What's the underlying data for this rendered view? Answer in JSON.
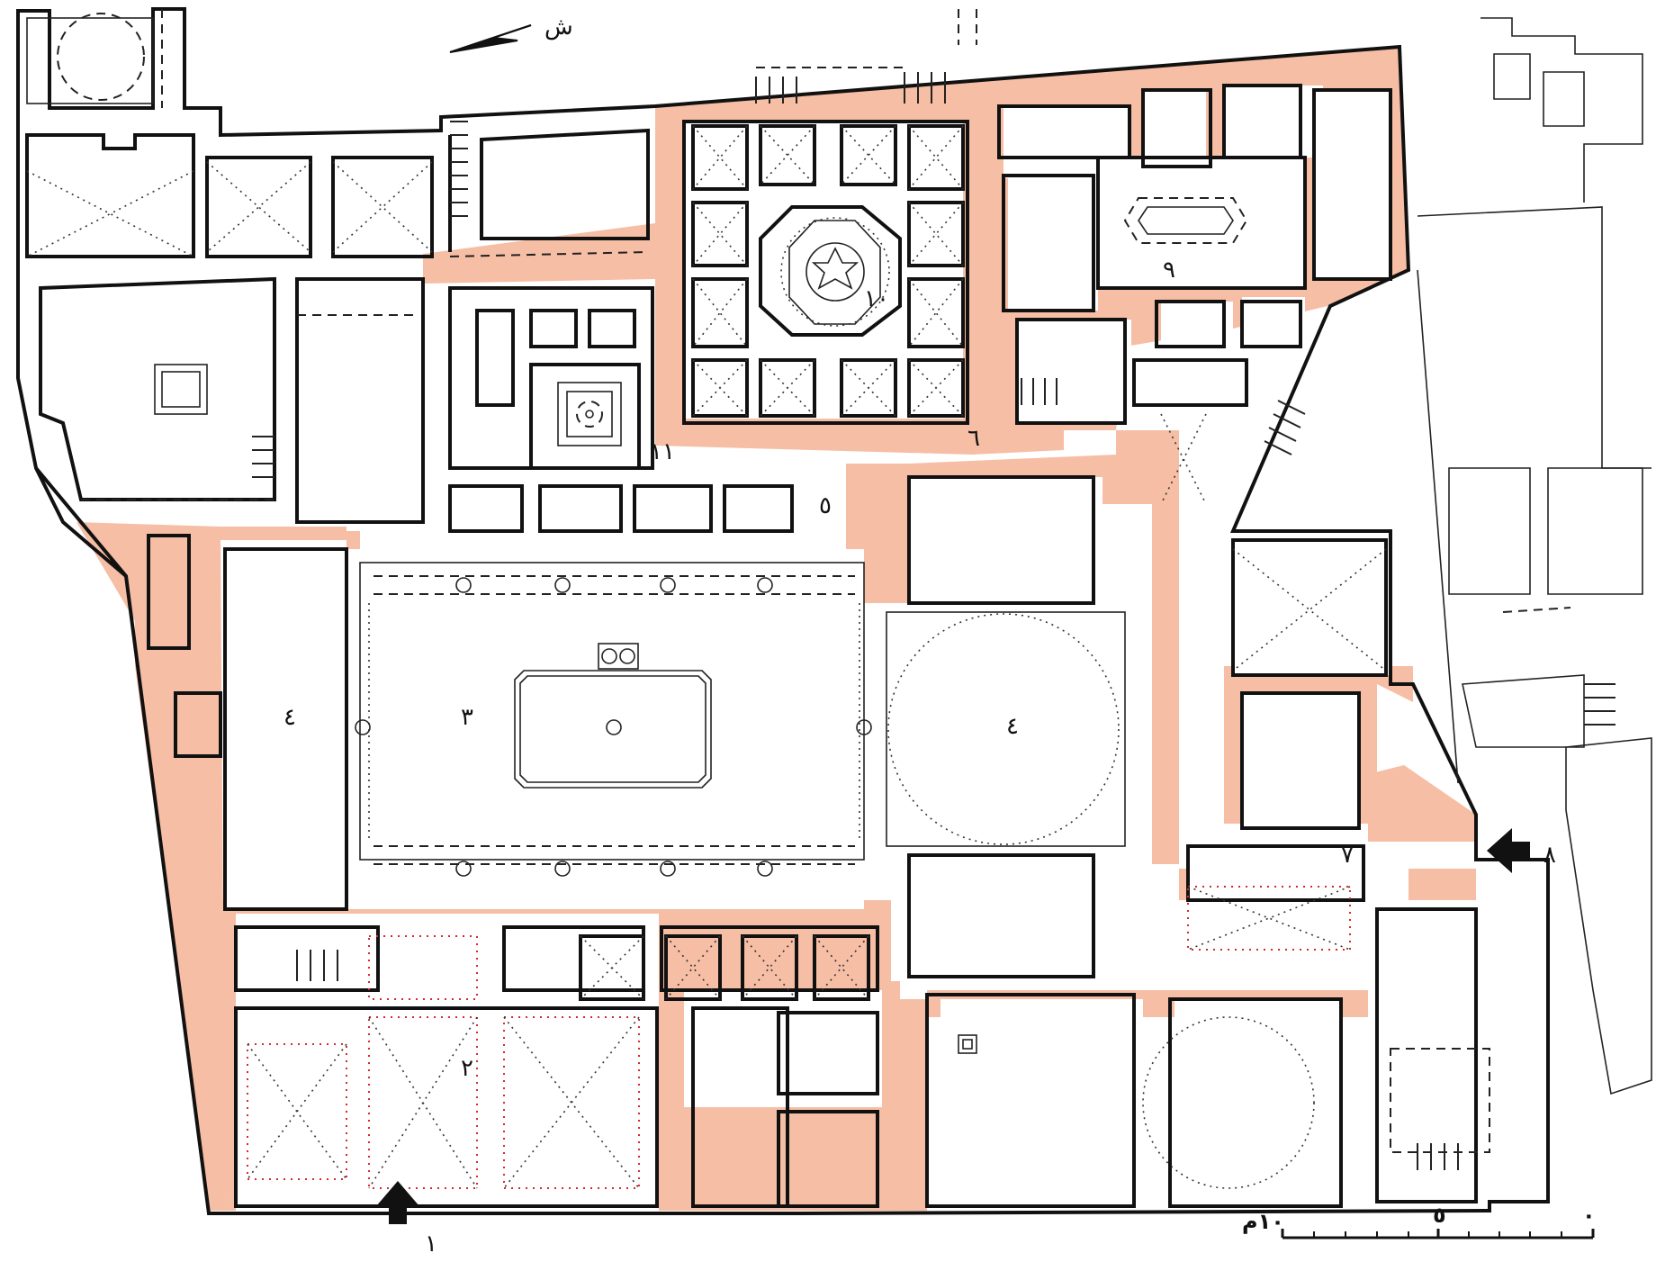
{
  "colors": {
    "fill": "#f5bea5",
    "wall": "#111111",
    "background": "#ffffff",
    "vault_lines": "#d42a2a"
  },
  "north_label": "ش",
  "labels": {
    "entrance": "١",
    "hall": "٢",
    "courtyard": "٣",
    "iwan_west": "٤",
    "iwan_east": "٤",
    "passage": "٥",
    "corridor_north": "٦",
    "corridor_east": "٧",
    "entrance_east": "٨",
    "room9": "٩",
    "room10": "١٠",
    "room11": "١١"
  },
  "scale": {
    "label_10": "١٠م",
    "label_5": "٥",
    "label_0": "٠"
  },
  "icons": {
    "north": "north-arrow-icon",
    "entrance": "entrance-arrow-icon"
  }
}
